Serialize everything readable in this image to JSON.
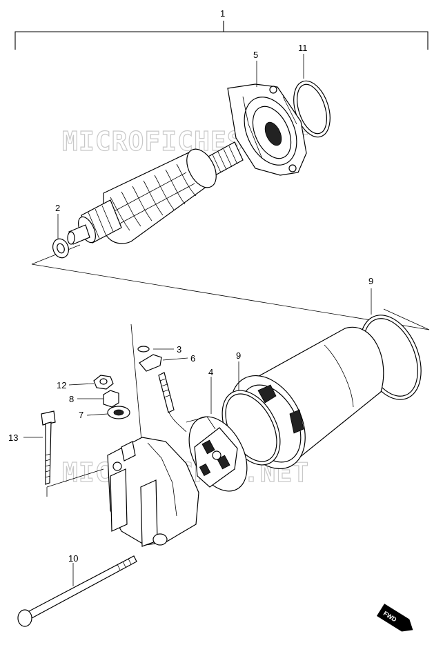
{
  "watermark": "MICROFICHES.NET",
  "direction_badge": "FWD",
  "callouts": [
    {
      "id": "c1",
      "label": "1"
    },
    {
      "id": "c2",
      "label": "2"
    },
    {
      "id": "c3",
      "label": "3"
    },
    {
      "id": "c4",
      "label": "4"
    },
    {
      "id": "c5",
      "label": "5"
    },
    {
      "id": "c6",
      "label": "6"
    },
    {
      "id": "c7",
      "label": "7"
    },
    {
      "id": "c8",
      "label": "8"
    },
    {
      "id": "c9a",
      "label": "9"
    },
    {
      "id": "c9b",
      "label": "9"
    },
    {
      "id": "c10",
      "label": "10"
    },
    {
      "id": "c11",
      "label": "11"
    },
    {
      "id": "c12",
      "label": "12"
    },
    {
      "id": "c13",
      "label": "13"
    }
  ]
}
